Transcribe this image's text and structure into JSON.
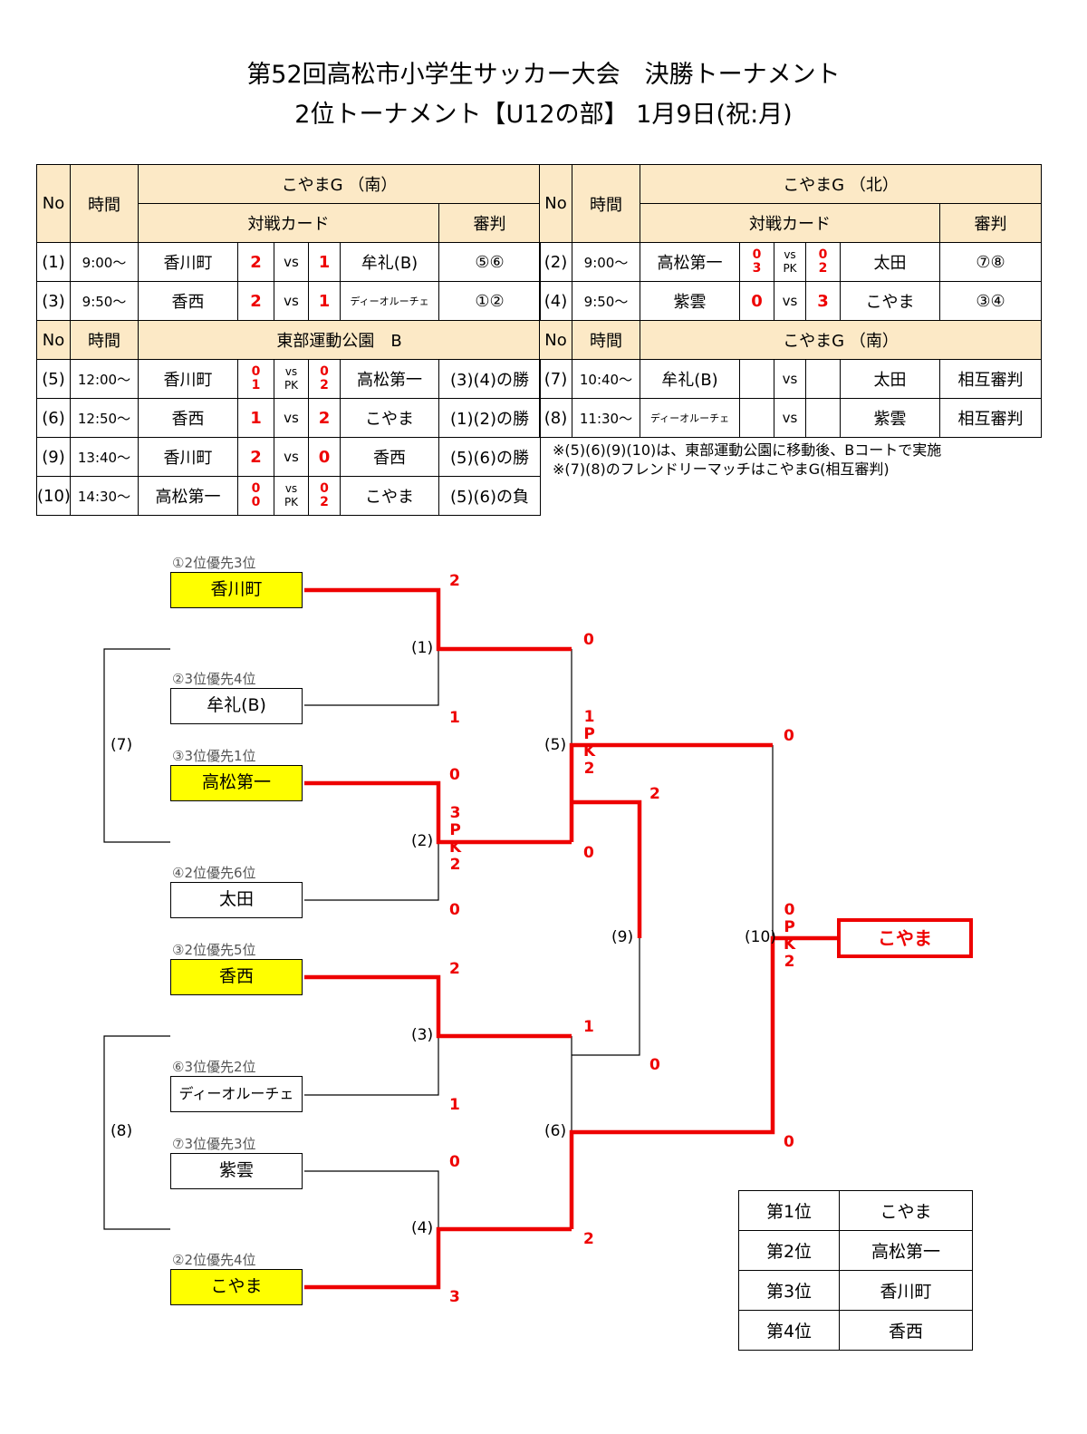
{
  "title1": "第52回高松市小学生サッカー大会　決勝トーナメント",
  "title2": "2位トーナメント【U12の部】 1月9日(祝:月)",
  "left_table": {
    "header_no": "No",
    "header_time": "時間",
    "venue1": "こやまG （南）",
    "card": "対戦カード",
    "referee": "審判",
    "venue2": "東部運動公園　B",
    "rows": [
      {
        "no": "(1)",
        "time": "9:00～",
        "home": "香川町",
        "hs": "2",
        "vs": "vs",
        "as": "1",
        "away": "牟礼(B)",
        "ref": "⑤⑥"
      },
      {
        "no": "(3)",
        "time": "9:50～",
        "home": "香西",
        "hs": "2",
        "vs": "vs",
        "as": "1",
        "away": "ディーオルーチェ",
        "ref": "①②"
      },
      {
        "no": "(5)",
        "time": "12:00～",
        "home": "香川町",
        "hs": "0",
        "hpk": "1",
        "vs": "vs",
        "pk": "PK",
        "as": "0",
        "apk": "2",
        "away": "高松第一",
        "ref": "(3)(4)の勝"
      },
      {
        "no": "(6)",
        "time": "12:50～",
        "home": "香西",
        "hs": "1",
        "vs": "vs",
        "as": "2",
        "away": "こやま",
        "ref": "(1)(2)の勝"
      },
      {
        "no": "(9)",
        "time": "13:40～",
        "home": "香川町",
        "hs": "2",
        "vs": "vs",
        "as": "0",
        "away": "香西",
        "ref": "(5)(6)の勝"
      },
      {
        "no": "(10)",
        "time": "14:30～",
        "home": "高松第一",
        "hs": "0",
        "hpk": "0",
        "vs": "vs",
        "pk": "PK",
        "as": "0",
        "apk": "2",
        "away": "こやま",
        "ref": "(5)(6)の負"
      }
    ]
  },
  "right_table": {
    "header_no": "No",
    "header_time": "時間",
    "venue1": "こやまG （北）",
    "card": "対戦カード",
    "referee": "審判",
    "venue2": "こやまG （南）",
    "rows": [
      {
        "no": "(2)",
        "time": "9:00～",
        "home": "高松第一",
        "hs": "0",
        "hpk": "3",
        "vs": "vs",
        "pk": "PK",
        "as": "0",
        "apk": "2",
        "away": "太田",
        "ref": "⑦⑧"
      },
      {
        "no": "(4)",
        "time": "9:50～",
        "home": "紫雲",
        "hs": "0",
        "vs": "vs",
        "as": "3",
        "away": "こやま",
        "ref": "③④"
      },
      {
        "no": "(7)",
        "time": "10:40～",
        "home": "牟礼(B)",
        "vs": "vs",
        "away": "太田",
        "ref": "相互審判"
      },
      {
        "no": "(8)",
        "time": "11:30～",
        "home": "ディーオルーチェ",
        "vs": "vs",
        "away": "紫雲",
        "ref": "相互審判"
      }
    ]
  },
  "notes": [
    "※(5)(6)(9)(10)は、東部運動公園に移動後、Bコートで実施",
    "※(7)(8)のフレンドリーマッチはこやまG(相互審判)"
  ],
  "bracket": {
    "teams": [
      {
        "seed": "①2位優先3位",
        "name": "香川町",
        "highlight": true
      },
      {
        "seed": "②3位優先4位",
        "name": "牟礼(B)",
        "highlight": false
      },
      {
        "seed": "③3位優先1位",
        "name": "高松第一",
        "highlight": true
      },
      {
        "seed": "④2位優先6位",
        "name": "太田",
        "highlight": false
      },
      {
        "seed": "③2位優先5位",
        "name": "香西",
        "highlight": true
      },
      {
        "seed": "⑥3位優先2位",
        "name": "ディーオルーチェ",
        "highlight": false
      },
      {
        "seed": "⑦3位優先3位",
        "name": "紫雲",
        "highlight": false
      },
      {
        "seed": "②2位優先4位",
        "name": "こやま",
        "highlight": true
      }
    ],
    "match_labels": [
      "(1)",
      "(2)",
      "(3)",
      "(4)",
      "(5)",
      "(6)",
      "(9)",
      "(10)",
      "(7)",
      "(8)"
    ],
    "scores": {
      "m1_top": "2",
      "m1_bot": "1",
      "m2_top": "0",
      "m2_bot_pk": [
        "3",
        "P",
        "K",
        "2"
      ],
      "m2_bot": "0",
      "m3_top": "2",
      "m3_bot": "1",
      "m4_top": "0",
      "m4_bot": "3",
      "m5_top": "0",
      "m5_pk": [
        "1",
        "P",
        "K",
        "2"
      ],
      "m5_bot": "0",
      "m6_top": "1",
      "m6_bot": "2",
      "m9_top": "2",
      "m9_bot": "0",
      "m10_top": "0",
      "m10_pk": [
        "0",
        "P",
        "K",
        "2"
      ],
      "m10_bot": "0"
    },
    "champion": "こやま"
  },
  "ranking": [
    {
      "place": "第1位",
      "team": "こやま"
    },
    {
      "place": "第2位",
      "team": "高松第一"
    },
    {
      "place": "第3位",
      "team": "香川町"
    },
    {
      "place": "第4位",
      "team": "香西"
    }
  ],
  "colors": {
    "win_line": "#ee0000",
    "highlight": "#ffff00",
    "header_bg": "#fce9c6"
  }
}
